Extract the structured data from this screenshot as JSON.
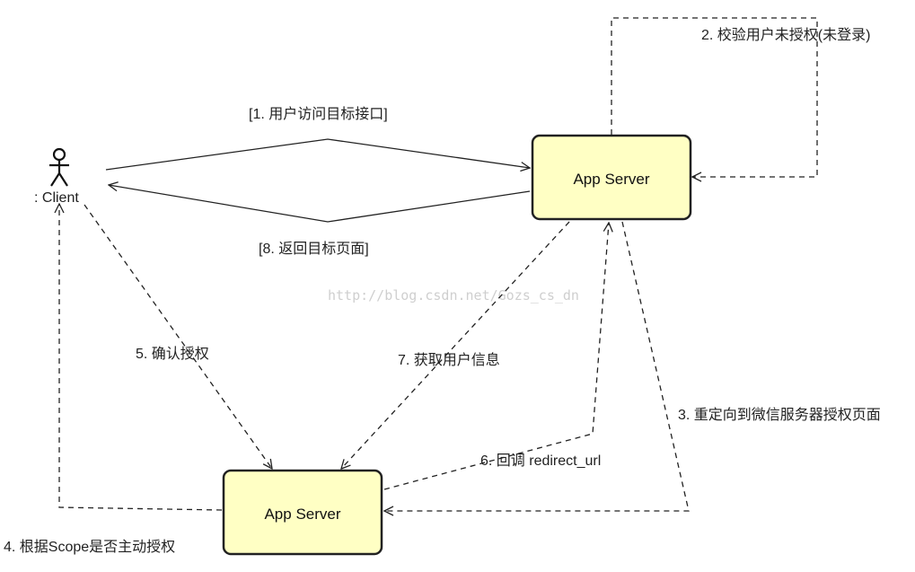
{
  "actor": {
    "label": ": Client"
  },
  "nodes": {
    "server_top": {
      "label": "App Server"
    },
    "server_bottom": {
      "label": "App Server"
    }
  },
  "edges": {
    "e1": {
      "label": "[1. 用户访问目标接口]"
    },
    "e2": {
      "label": "2. 校验用户未授权(未登录)"
    },
    "e3": {
      "label": "3. 重定向到微信服务器授权页面"
    },
    "e4": {
      "label": "4. 根据Scope是否主动授权"
    },
    "e5": {
      "label": "5. 确认授权"
    },
    "e6": {
      "label": "6. 回调 redirect_url"
    },
    "e7": {
      "label": "7. 获取用户信息"
    },
    "e8": {
      "label": "[8. 返回目标页面]"
    }
  },
  "watermark": "http://blog.csdn.net/Gozs_cs_dn",
  "colors": {
    "box_fill": "#ffffc4",
    "stroke": "#222222"
  }
}
